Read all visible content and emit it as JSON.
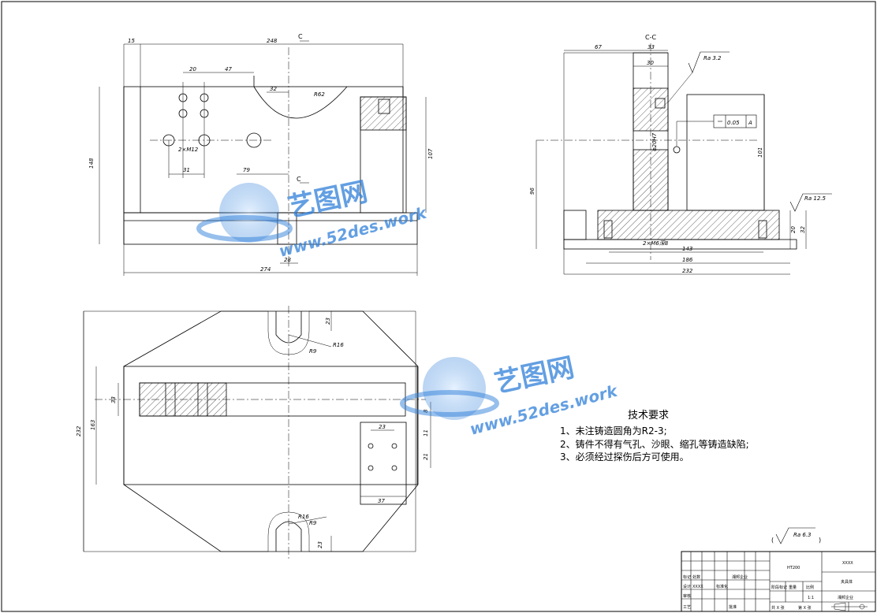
{
  "views": {
    "front": {
      "dims": {
        "d15": "15",
        "d248": "248",
        "d20": "20",
        "d47": "47",
        "d32": "32",
        "d31": "31",
        "d79": "79",
        "d148": "148",
        "d107": "107",
        "d274": "274",
        "d28": "28",
        "r62": "R62",
        "d2x12": "2×M12"
      },
      "section_mark": "C"
    },
    "side": {
      "title": "C-C",
      "dims": {
        "d67": "67",
        "d33": "33",
        "d30": "30",
        "d101": "101",
        "d96": "96",
        "d20": "20",
        "d32": "32",
        "d143": "143",
        "d186": "186",
        "d232": "232",
        "phi": "φ20H7",
        "thread": "2×M6深8"
      },
      "ra32": "Ra 3.2",
      "ra125": "Ra 12.5",
      "gdt_value": "0.05",
      "gdt_datum": "A"
    },
    "top": {
      "dims": {
        "d23a": "23",
        "r16a": "R16",
        "r9a": "R9",
        "d33": "33",
        "d163": "163",
        "d232": "232",
        "d23b": "23",
        "d8": "8",
        "d11": "11",
        "d21": "21",
        "d37": "37",
        "r16b": "R16",
        "r9b": "R9",
        "d23c": "23"
      }
    }
  },
  "tech_requirements": {
    "title": "技术要求",
    "items": [
      "1、未注铸造圆角为R2-3;",
      "2、铸件不得有气孔、沙眼、缩孔等铸造缺陷;",
      "3、必须经过探伤后方可使用。"
    ]
  },
  "roughness_general": "Ra 6.3",
  "title_block": {
    "material": "HT200",
    "code": "XXXX",
    "part_name": "夹具体",
    "scale": "1:1",
    "designer_label": "设计",
    "designer": "XXXX",
    "std_label": "标准化",
    "check_label": "审核",
    "process_label": "工艺",
    "approve_label": "批准",
    "stage_label": "阶段标记",
    "weight_label": "重量",
    "scale_label": "比例",
    "sheet_text": "共 X 张",
    "sheet_of": "第 X 张",
    "mark_label": "标记",
    "count_label": "处数",
    "company": "湘邦企业"
  },
  "watermark": {
    "brand": "艺图网",
    "url": "www.52des.work"
  }
}
